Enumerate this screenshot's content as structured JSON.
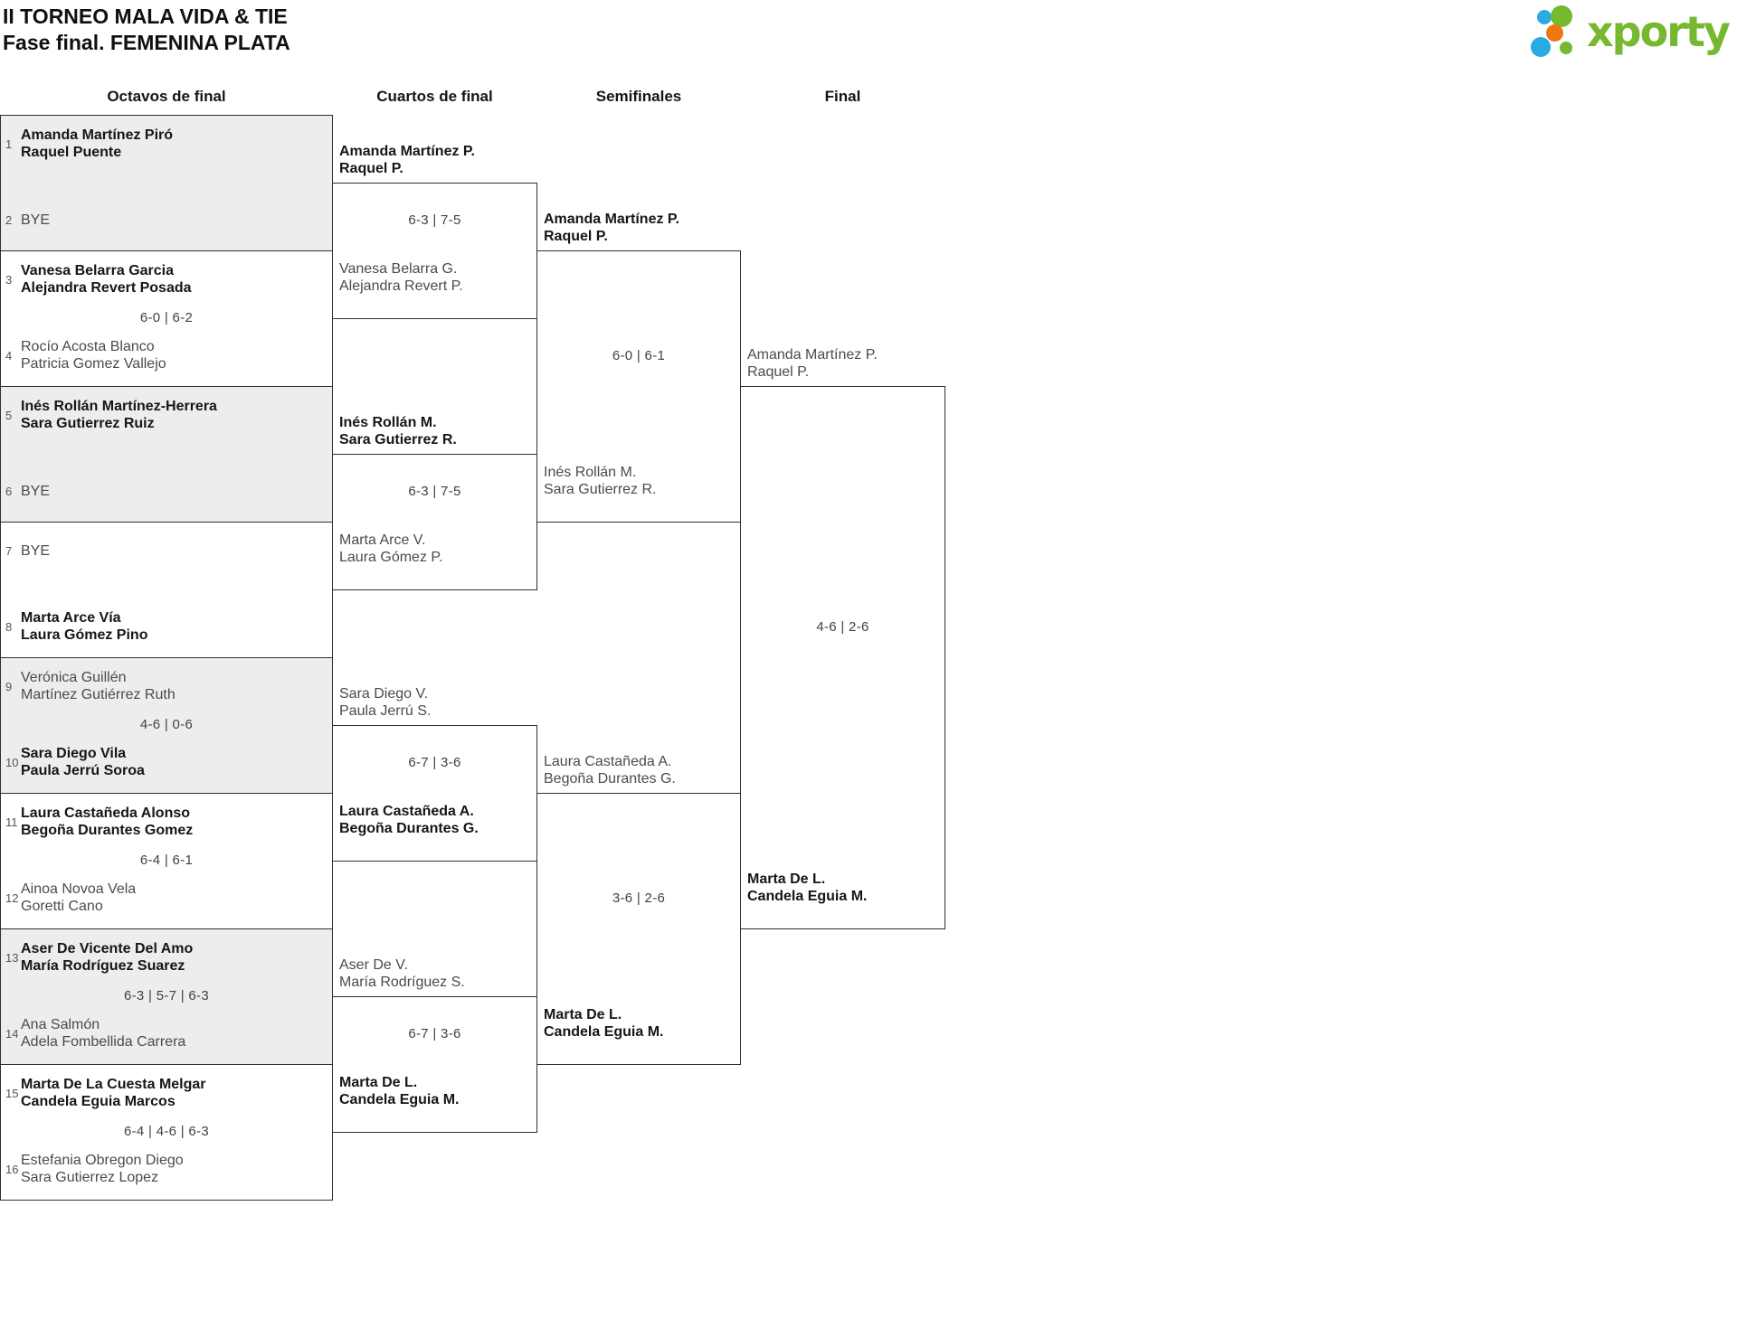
{
  "title": {
    "line1": "II TORNEO MALA VIDA & TIE",
    "line2": "Fase final. FEMENINA PLATA"
  },
  "logo": {
    "text": "xporty"
  },
  "colors": {
    "brand_green": "#76b82f",
    "brand_blue": "#29abe2",
    "brand_orange": "#ee7711",
    "shaded_box_bg": "#ededed",
    "box_border": "#2f2f2f",
    "winner_text": "#161616",
    "regular_text": "#4b4b4b"
  },
  "rounds": [
    "Octavos de final",
    "Cuartos de final",
    "Semifinales",
    "Final"
  ],
  "bracket": {
    "octavos": [
      {
        "top_seed": "1",
        "top1": "Amanda Martínez Piró",
        "top2": "Raquel Puente",
        "top_win": true,
        "score": "",
        "bottom_seed": "2",
        "bottom1": "BYE",
        "bottom2": "",
        "bottom_win": false,
        "shaded": true
      },
      {
        "top_seed": "3",
        "top1": "Vanesa Belarra Garcia",
        "top2": "Alejandra Revert Posada",
        "top_win": true,
        "score": "6-0 | 6-2",
        "bottom_seed": "4",
        "bottom1": "Rocío Acosta Blanco",
        "bottom2": "Patricia Gomez Vallejo",
        "bottom_win": false,
        "shaded": false
      },
      {
        "top_seed": "5",
        "top1": "Inés Rollán Martínez-Herrera",
        "top2": "Sara Gutierrez Ruiz",
        "top_win": true,
        "score": "",
        "bottom_seed": "6",
        "bottom1": "BYE",
        "bottom2": "",
        "bottom_win": false,
        "shaded": true
      },
      {
        "top_seed": "7",
        "top1": "BYE",
        "top2": "",
        "top_win": false,
        "score": "",
        "bottom_seed": "8",
        "bottom1": "Marta Arce Vía",
        "bottom2": "Laura Gómez Pino",
        "bottom_win": true,
        "shaded": false
      },
      {
        "top_seed": "9",
        "top1": "Verónica Guillén",
        "top2": "Martínez Gutiérrez Ruth",
        "top_win": false,
        "score": "4-6 | 0-6",
        "bottom_seed": "10",
        "bottom1": "Sara Diego Vila",
        "bottom2": "Paula Jerrú Soroa",
        "bottom_win": true,
        "shaded": true
      },
      {
        "top_seed": "11",
        "top1": "Laura Castañeda Alonso",
        "top2": "Begoña Durantes Gomez",
        "top_win": true,
        "score": "6-4 | 6-1",
        "bottom_seed": "12",
        "bottom1": "Ainoa Novoa Vela",
        "bottom2": "Goretti Cano",
        "bottom_win": false,
        "shaded": false
      },
      {
        "top_seed": "13",
        "top1": "Aser De Vicente Del Amo",
        "top2": "María Rodríguez Suarez",
        "top_win": true,
        "score": "6-3 | 5-7 | 6-3",
        "bottom_seed": "14",
        "bottom1": "Ana Salmón",
        "bottom2": "Adela Fombellida Carrera",
        "bottom_win": false,
        "shaded": true
      },
      {
        "top_seed": "15",
        "top1": "Marta De La Cuesta Melgar",
        "top2": "Candela Eguia Marcos",
        "top_win": true,
        "score": "6-4 | 4-6 | 6-3",
        "bottom_seed": "16",
        "bottom1": "Estefania Obregon Diego",
        "bottom2": "Sara Gutierrez Lopez",
        "bottom_win": false,
        "shaded": false
      }
    ],
    "cuartos": [
      {
        "top1": "Amanda Martínez P.",
        "top2": "Raquel P.",
        "top_win": true,
        "score": "6-3 | 7-5",
        "bottom1": "Vanesa Belarra G.",
        "bottom2": "Alejandra Revert P.",
        "bottom_win": false
      },
      {
        "top1": "Inés Rollán M.",
        "top2": "Sara Gutierrez R.",
        "top_win": true,
        "score": "6-3 | 7-5",
        "bottom1": "Marta Arce V.",
        "bottom2": "Laura Gómez P.",
        "bottom_win": false
      },
      {
        "top1": "Sara Diego V.",
        "top2": "Paula Jerrú S.",
        "top_win": false,
        "score": "6-7 | 3-6",
        "bottom1": "Laura Castañeda A.",
        "bottom2": "Begoña Durantes G.",
        "bottom_win": true
      },
      {
        "top1": "Aser De V.",
        "top2": "María Rodríguez S.",
        "top_win": false,
        "score": "6-7 | 3-6",
        "bottom1": "Marta De L.",
        "bottom2": "Candela Eguia M.",
        "bottom_win": true
      }
    ],
    "semifinales": [
      {
        "top1": "Amanda Martínez P.",
        "top2": "Raquel P.",
        "top_win": true,
        "score": "6-0 | 6-1",
        "bottom1": "Inés Rollán M.",
        "bottom2": "Sara Gutierrez R.",
        "bottom_win": false
      },
      {
        "top1": "Laura Castañeda A.",
        "top2": "Begoña Durantes G.",
        "top_win": false,
        "score": "3-6 | 2-6",
        "bottom1": "Marta De L.",
        "bottom2": "Candela Eguia M.",
        "bottom_win": true
      }
    ],
    "final": {
      "top1": "Amanda Martínez P.",
      "top2": "Raquel P.",
      "top_win": false,
      "score": "4-6 | 2-6",
      "bottom1": "Marta De L.",
      "bottom2": "Candela Eguia M.",
      "bottom_win": true
    }
  }
}
